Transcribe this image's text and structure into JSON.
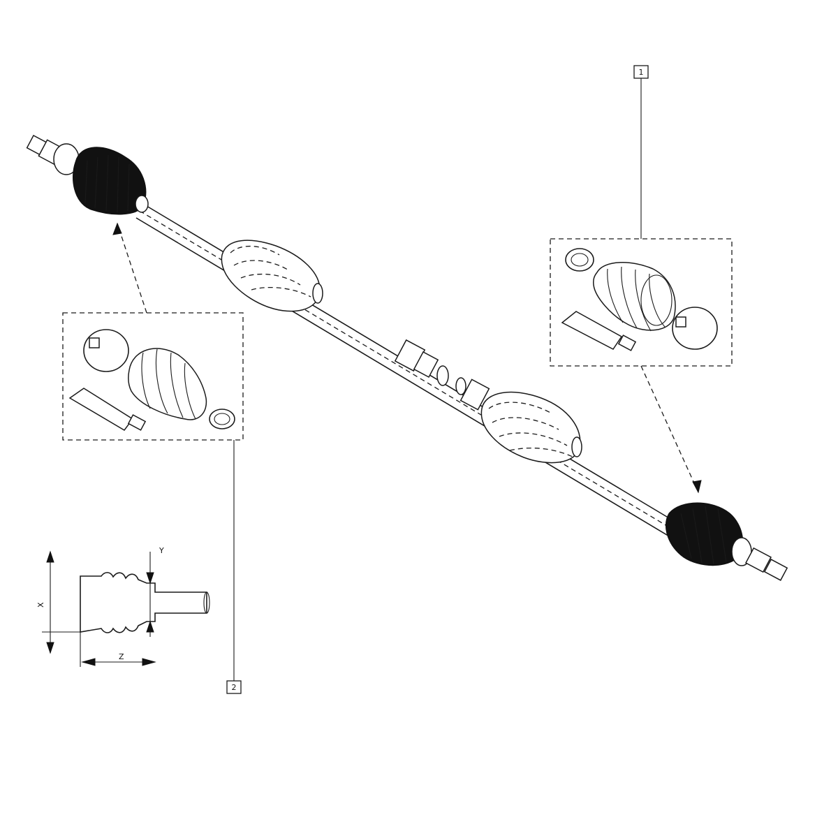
{
  "callouts": {
    "kit_outer": "1",
    "kit_inner": "2"
  },
  "dimensions": {
    "x_label": "X",
    "y_label": "Y",
    "z_label": "Z"
  }
}
